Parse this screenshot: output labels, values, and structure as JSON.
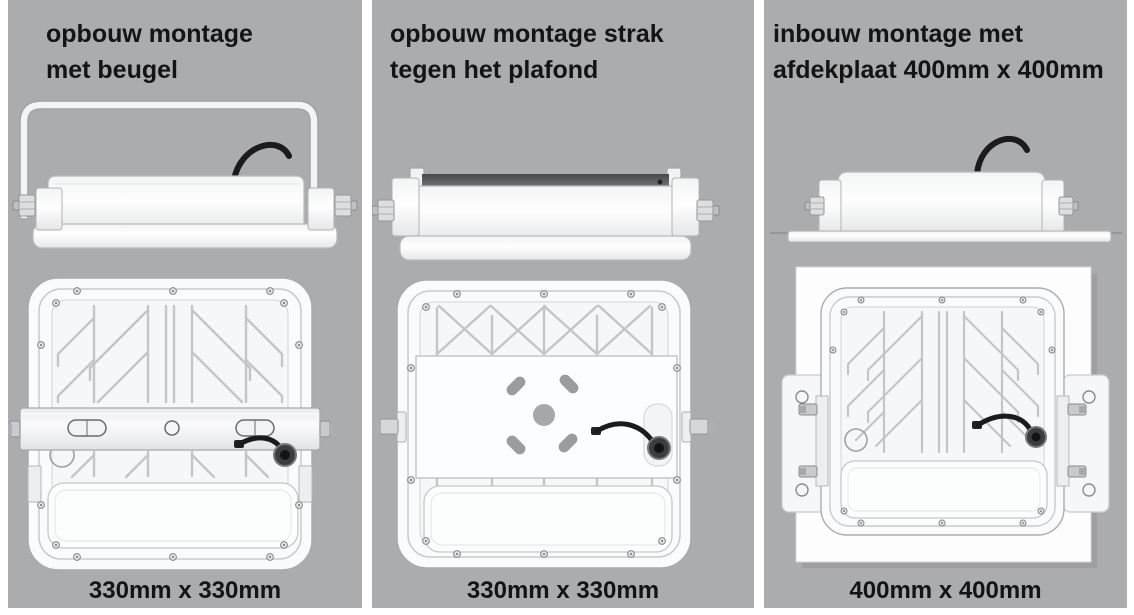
{
  "colors": {
    "background": "#FFFFFF",
    "panel_background": "#ABACAE",
    "text": "#141414",
    "fixture_white": "#FAFBFC",
    "outline_gray": "#A9AAAD",
    "rib_gray": "#C4C5C8",
    "cable_black": "#1B1B1D",
    "ceiling_gap_dark": "#56575A"
  },
  "panels": [
    {
      "id": "opbouw-met-beugel",
      "title_line1": "opbouw montage",
      "title_line2": "met beugel",
      "dimension_label": "330mm x 330mm"
    },
    {
      "id": "opbouw-strak-tegen-plafond",
      "title_line1": "opbouw montage strak",
      "title_line2": "tegen het plafond",
      "dimension_label": "330mm x 330mm"
    },
    {
      "id": "inbouw-met-afdekplaat",
      "title_line1": "inbouw montage met",
      "title_line2": "afdekplaat 400mm x 400mm",
      "dimension_label": "400mm x 400mm"
    }
  ]
}
